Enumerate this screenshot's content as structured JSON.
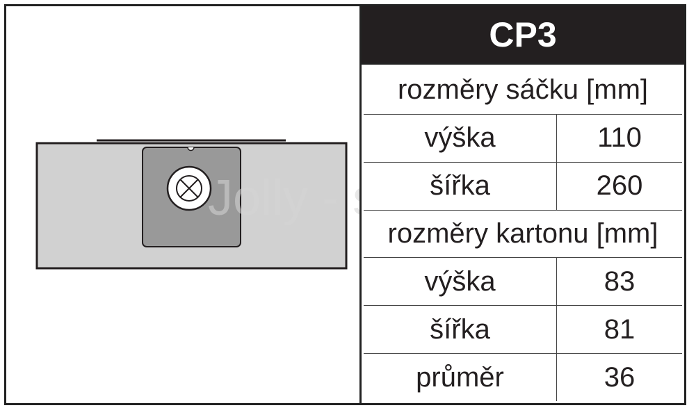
{
  "title": "CP3",
  "watermark": "Jolly - sáčky",
  "sections": [
    {
      "heading": "rozměry sáčku [mm]",
      "rows": [
        {
          "label": "výška",
          "value": "110"
        },
        {
          "label": "šířka",
          "value": "260"
        }
      ]
    },
    {
      "heading": "rozměry kartonu [mm]",
      "rows": [
        {
          "label": "výška",
          "value": "83"
        },
        {
          "label": "šířka",
          "value": "81"
        },
        {
          "label": "průměr",
          "value": "36"
        }
      ]
    }
  ],
  "colors": {
    "bag_fill": "#d1d1d1",
    "cardboard_fill": "#999999",
    "outline": "#231f20",
    "header_background": "#231f20"
  }
}
